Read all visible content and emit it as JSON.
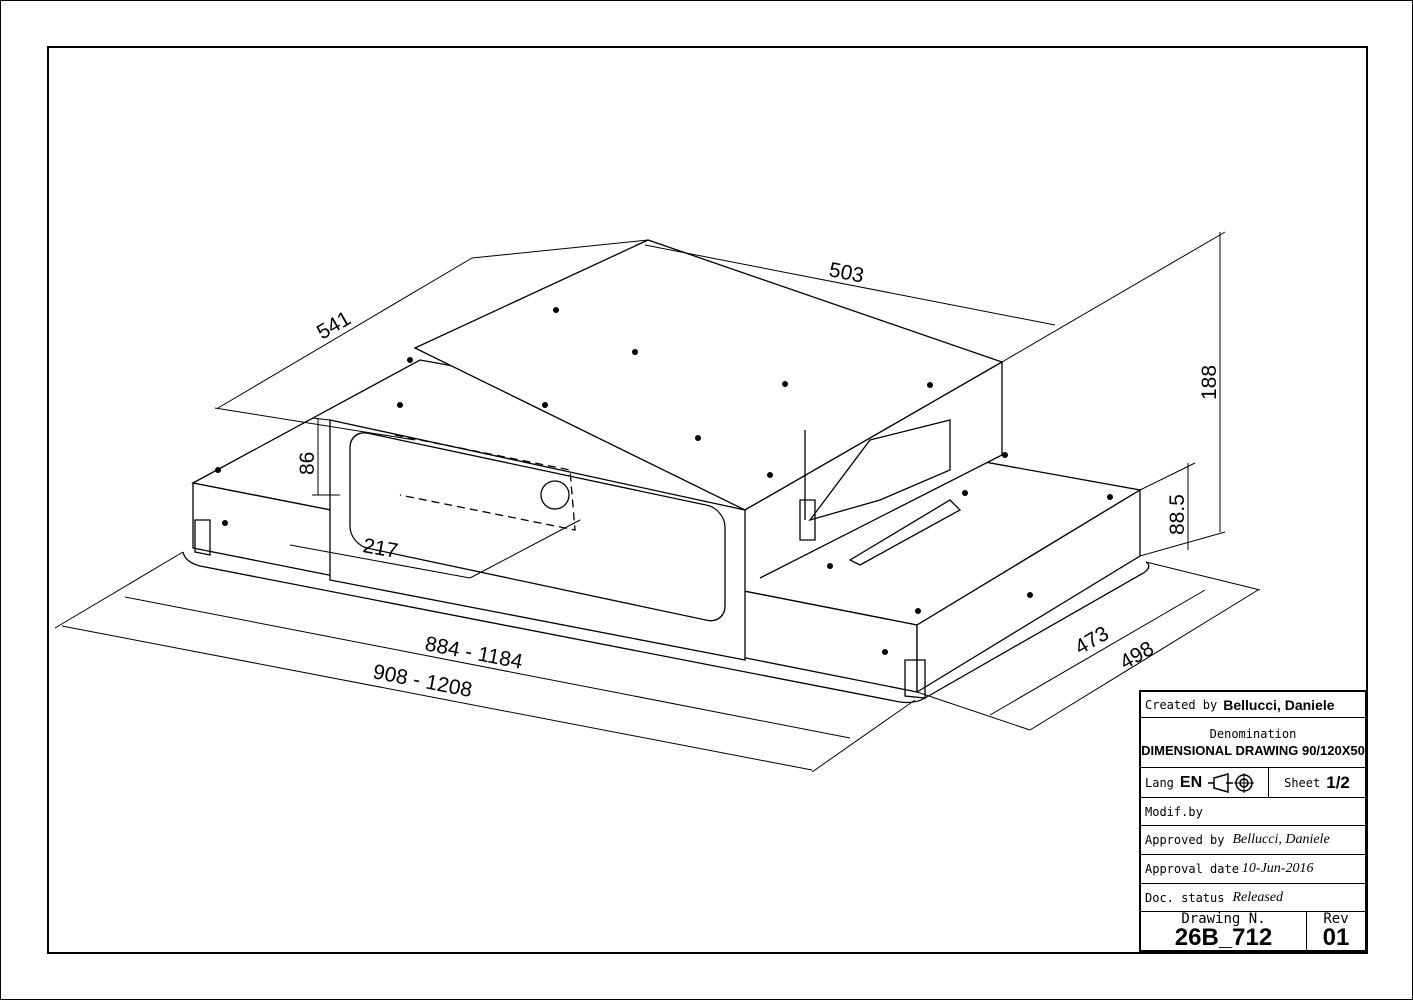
{
  "drawing": {
    "dimensions": {
      "depth_top": "541",
      "width_top": "503",
      "height_total": "188",
      "height_lower": "88.5",
      "outlet_height": "86",
      "outlet_offset": "217",
      "width_inner": "884 - 1184",
      "width_outer": "908 - 1208",
      "depth_inner": "473",
      "depth_outer": "498"
    }
  },
  "title_block": {
    "created_by_label": "Created by",
    "created_by": "Bellucci, Daniele",
    "denomination_label": "Denomination",
    "denomination": "DIMENSIONAL DRAWING 90/120X50",
    "lang_label": "Lang",
    "lang": "EN",
    "sheet_label": "Sheet",
    "sheet": "1/2",
    "modif_label": "Modif.by",
    "approved_by_label": "Approved by",
    "approved_by": "Bellucci, Daniele",
    "approval_date_label": "Approval date",
    "approval_date": "10-Jun-2016",
    "doc_status_label": "Doc. status",
    "doc_status": "Released",
    "drawing_no_label": "Drawing N.",
    "drawing_no": "26B_712",
    "rev_label": "Rev",
    "rev": "01"
  }
}
